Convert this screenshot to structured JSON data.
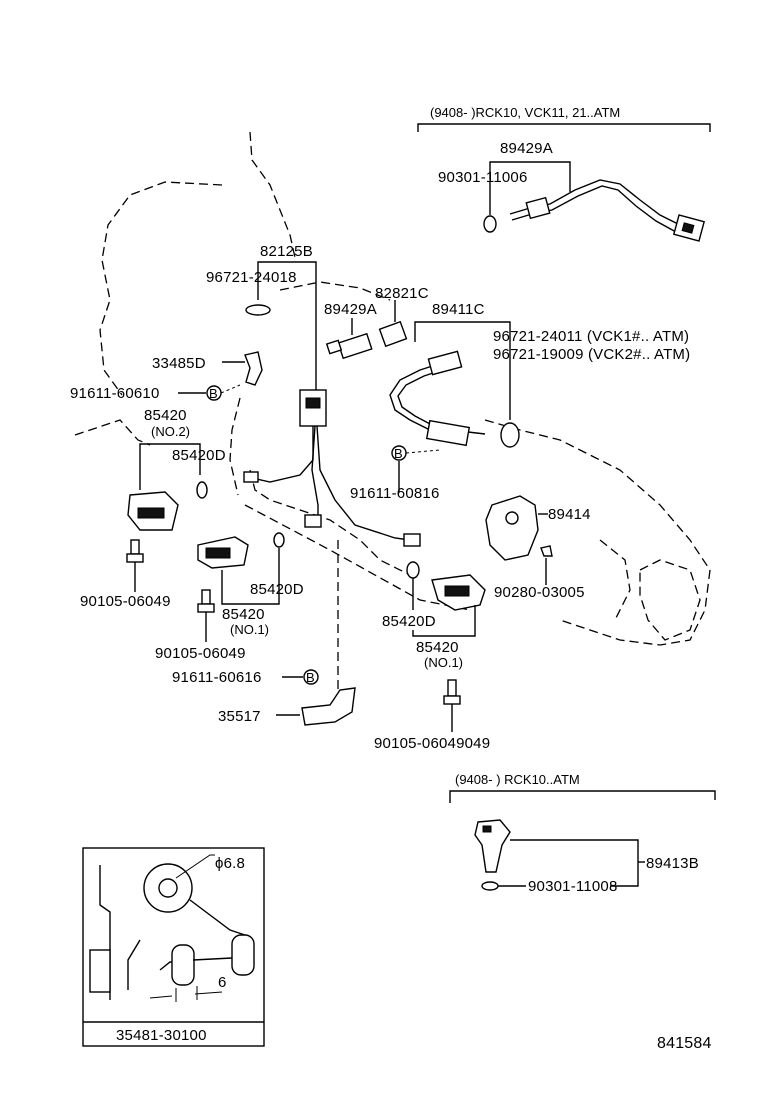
{
  "header_right": "(9408-      )RCK10, VCK11, 21..ATM",
  "header_lower": "(9408-      ) RCK10..ATM",
  "labels": {
    "p89429A_top": "89429A",
    "p90301_11006": "90301-11006",
    "p82125B": "82125B",
    "p96721_24018": "96721-24018",
    "p82821C": "82821C",
    "p89429A": "89429A",
    "p89411C": "89411C",
    "p96721_24011": "96721-24011 (VCK1#.. ATM)",
    "p96721_19009": "96721-19009 (VCK2#.. ATM)",
    "p33485D": "33485D",
    "p91611_60610": "91611-60610",
    "p85420_no2": "85420",
    "p85420_no2_sub": "(NO.2)",
    "p85420D_a": "85420D",
    "p91611_60816": "91611-60816",
    "p89414": "89414",
    "p90280_03005": "90280-03005",
    "p90105_a": "90105-06049",
    "p85420D_b": "85420D",
    "p85420_no1a": "85420",
    "p85420_no1a_sub": "(NO.1)",
    "p90105_b": "90105-06049",
    "p85420D_c": "85420D",
    "p85420_no1b": "85420",
    "p85420_no1b_sub": "(NO.1)",
    "p91611_60616": "91611-60616",
    "p35517": "35517",
    "p90105_c": "90105-06049049",
    "p89413B": "89413B",
    "p90301_11008": "90301-11008",
    "inset_diameter": "ϕ6.8",
    "inset_dim": "6",
    "inset_part": "35481-30100",
    "diagram_number": "841584"
  },
  "bolt_marker": "B"
}
